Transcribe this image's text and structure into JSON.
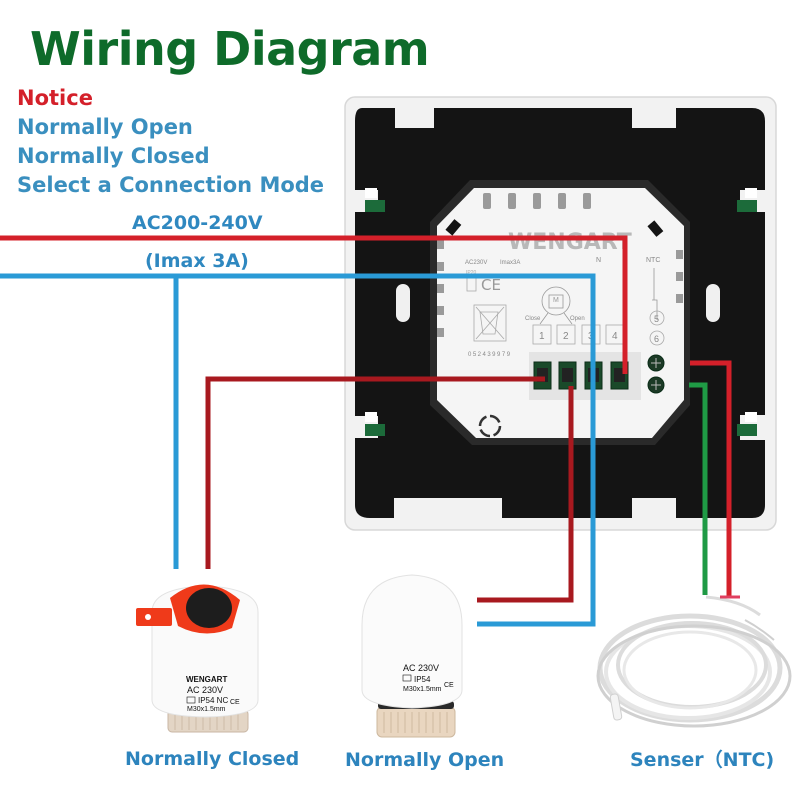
{
  "title": "Wiring Diagram",
  "notice": {
    "heading": "Notice",
    "lines": [
      "Normally Open",
      "Normally Closed",
      "Select a Connection Mode"
    ]
  },
  "power_labels": {
    "voltage": "AC200-240V",
    "current": "(Imax 3A)"
  },
  "thermostat": {
    "brand": "WENGART",
    "rating_voltage": "AC230V",
    "rating_current": "Imax3A",
    "ip_code": "IP20",
    "ce_mark": "CE",
    "serial": "052439979",
    "neutral_label": "N",
    "ntc_label": "NTC",
    "motor_label": "M",
    "close_label": "Close",
    "open_label": "Open",
    "terminals": [
      "1",
      "2",
      "3",
      "4"
    ],
    "ntc_terminals": [
      "5",
      "6"
    ]
  },
  "devices": [
    {
      "caption": "Normally Closed",
      "brand": "WENGART",
      "spec_lines": [
        "AC 230V",
        "IP54 NC",
        "M30x1.5mm"
      ],
      "ce_mark": "CE"
    },
    {
      "caption": "Normally Open",
      "brand": "",
      "spec_lines": [
        "AC 230V",
        "IP54",
        "M30x1.5mm"
      ],
      "ce_mark": "CE"
    },
    {
      "caption": "Senser（NTC)"
    }
  ],
  "colors": {
    "title": "#0e6b2a",
    "notice": "#d4202a",
    "note_text": "#3a8fbf",
    "wire_live": "#d4202a",
    "wire_dark_red": "#a8191f",
    "wire_neutral": "#2a9ad6",
    "wire_sensor": "#1f9a45"
  }
}
